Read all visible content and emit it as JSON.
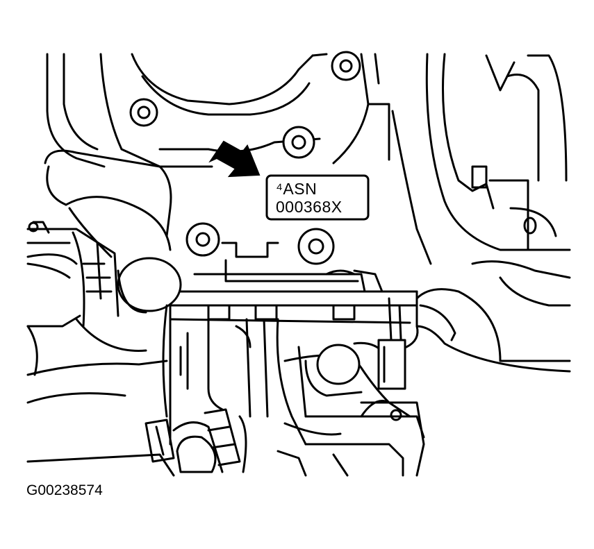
{
  "callout": {
    "line1": "⁴ASN",
    "line2": "000368X"
  },
  "figure": {
    "id": "G00238574"
  },
  "colors": {
    "ink": "#000000",
    "paper": "#ffffff"
  }
}
